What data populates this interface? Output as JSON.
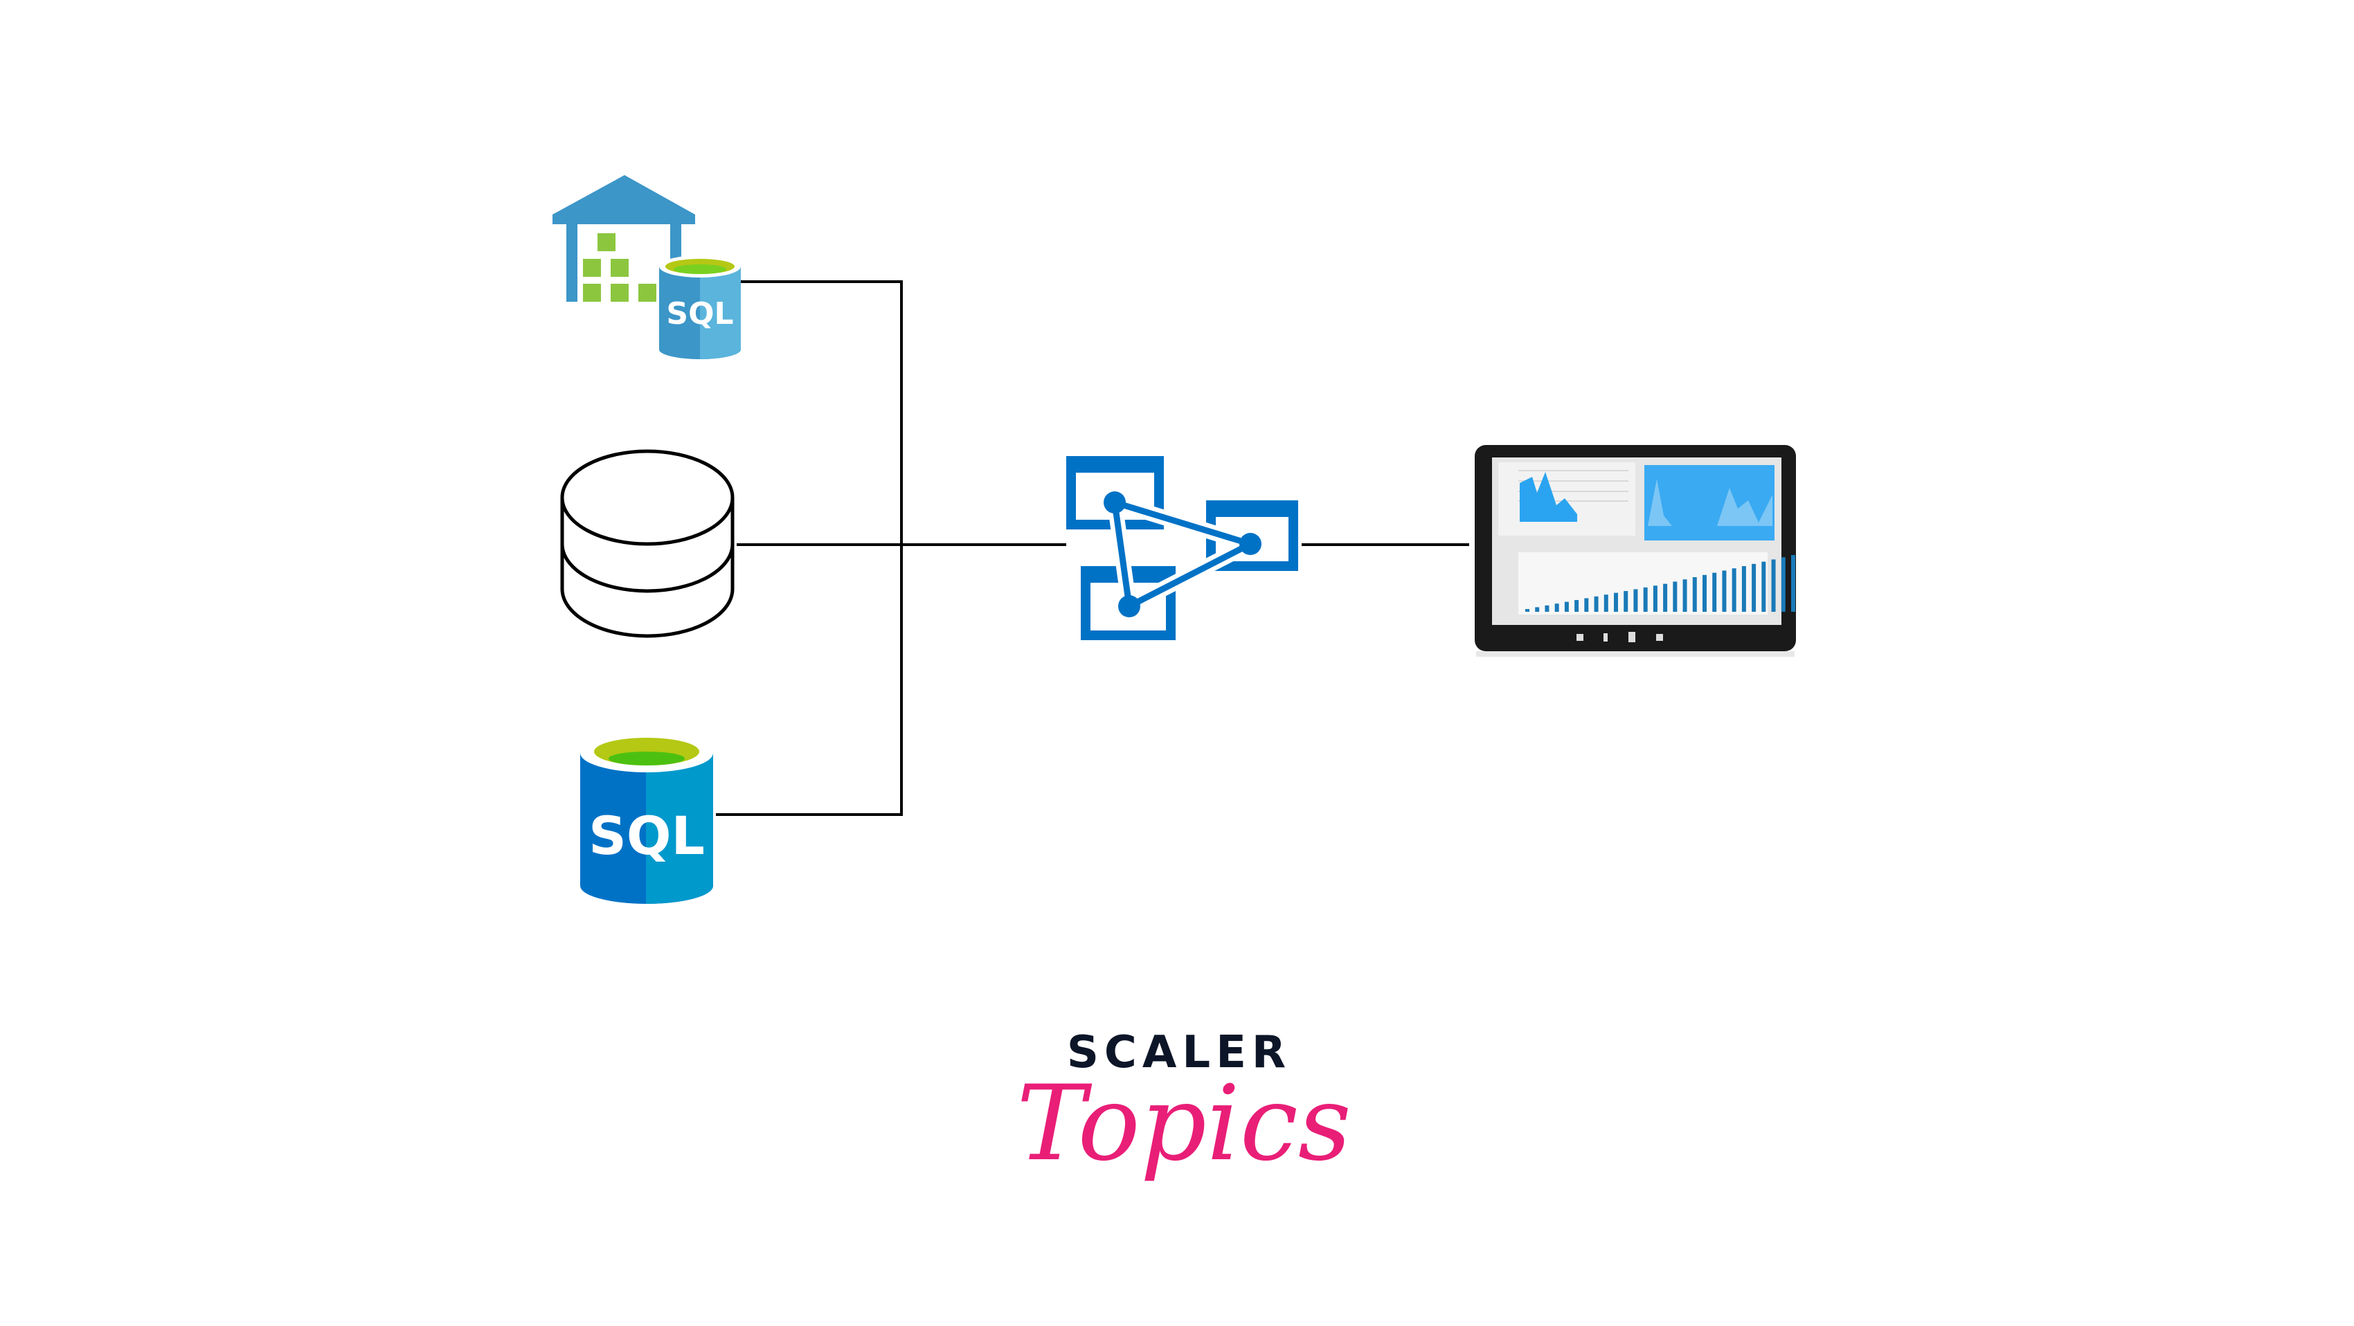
{
  "sources": [
    {
      "name": "sql-data-warehouse",
      "label": "SQL"
    },
    {
      "name": "generic-database",
      "label": ""
    },
    {
      "name": "sql-database",
      "label": "SQL"
    }
  ],
  "hub": {
    "name": "analysis-services"
  },
  "output": {
    "name": "dashboard-tablet"
  },
  "logo": {
    "line1": "SCALER",
    "line2": "Topics"
  },
  "colors": {
    "azure_blue": "#0072c6",
    "warehouse_blue": "#3c96c8",
    "green": "#8cc63f",
    "brand_pink": "#e91e77",
    "brand_dark": "#0d1628",
    "connector": "#000000"
  }
}
